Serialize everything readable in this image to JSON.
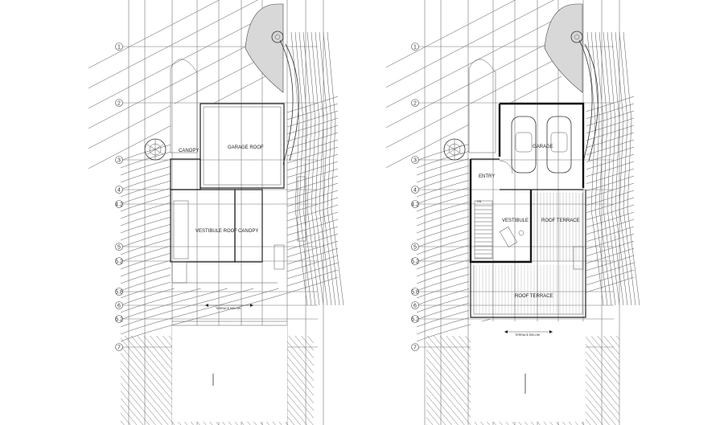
{
  "grid_lines": [
    "1",
    "2",
    "3",
    "4",
    "4.2",
    "5",
    "5.2",
    "5.8",
    "6",
    "6.2",
    "7"
  ],
  "left_plan": {
    "rooms": {
      "canopy_top": "CANOPY",
      "garage_roof": "GARAGE ROOF",
      "vestibule_roof": "VESTIBULE ROOF",
      "canopy_right": "CANOPY"
    },
    "terrace_note": "TERRACE BELOW"
  },
  "right_plan": {
    "rooms": {
      "garage": "GARAGE",
      "entry": "ENTRY",
      "vestibule": "VESTIBULE",
      "roof_terrace_top": "ROOF TERRACE",
      "roof_terrace_bottom": "ROOF TERRACE",
      "stair_tag": "DN"
    },
    "terrace_note": "TERRACE BELOW"
  }
}
